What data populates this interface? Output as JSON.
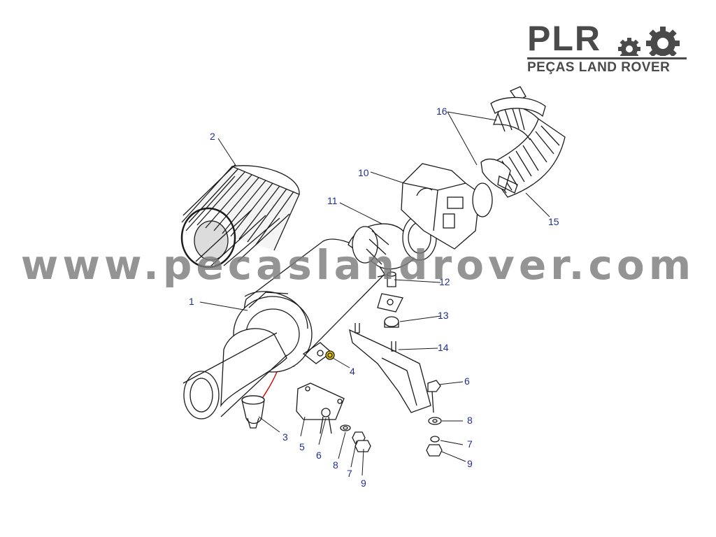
{
  "logo": {
    "brand": "PLR",
    "subtitle": "PEÇAS LAND ROVER"
  },
  "watermark": "www.pecaslandrover.com",
  "callouts": {
    "c1": "1",
    "c2": "2",
    "c3": "3",
    "c4": "4",
    "c5": "5",
    "c6a": "6",
    "c6b": "6",
    "c7a": "7",
    "c7b": "7",
    "c8a": "8",
    "c8b": "8",
    "c9a": "9",
    "c9b": "9",
    "c10": "10",
    "c11": "11",
    "c12": "12",
    "c13": "13",
    "c14": "14",
    "c15": "15",
    "c16": "16"
  },
  "colors": {
    "line": "#1a1a1a",
    "callout": "#1f2f8c",
    "highlight": "#e8c800",
    "accent_red": "#d00000"
  }
}
